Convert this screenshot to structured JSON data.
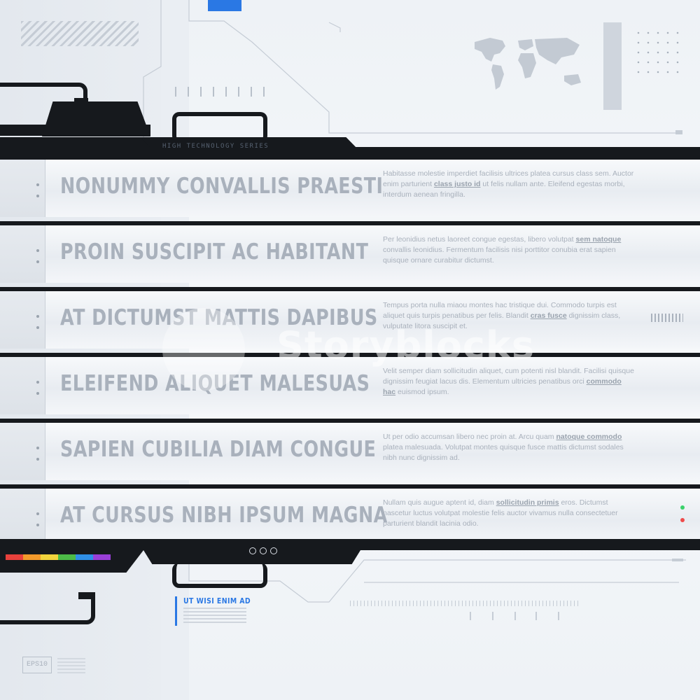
{
  "header": {
    "series_label": "HIGH TECHNOLOGY SERIES"
  },
  "rows": [
    {
      "title": "NONUMMY CONVALLIS PRAESTI",
      "desc_before": "Habitasse molestie imperdiet facilisis ultrices platea cursus class sem. Auctor enim parturient ",
      "desc_highlight": "class justo id",
      "desc_after": " ut felis nullam ante. Eleifend egestas morbi, interdum aenean fringilla."
    },
    {
      "title": "PROIN SUSCIPIT AC HABITANT",
      "desc_before": "Per leonidius netus laoreet congue egestas, libero volutpat ",
      "desc_highlight": "sem natoque",
      "desc_after": " convallis leonidius. Fermentum facilisis nisi porttitor conubia erat sapien quisque ornare curabitur dictumst."
    },
    {
      "title": "AT DICTUMST MATTIS DAPIBUS",
      "desc_before": "Tempus porta nulla miaou montes hac tristique dui. Commodo turpis est aliquet quis turpis penatibus per felis. Blandit ",
      "desc_highlight": "cras fusce",
      "desc_after": " dignissim class, vulputate litora suscipit et."
    },
    {
      "title": "ELEIFEND ALIQUET MALESUAS",
      "desc_before": "Velit semper diam sollicitudin aliquet, cum potenti nisl blandit. Facilisi quisque dignissim feugiat lacus dis. Elementum ultricies penatibus orci ",
      "desc_highlight": "commodo hac",
      "desc_after": " euismod ipsum."
    },
    {
      "title": "SAPIEN CUBILIA DIAM CONGUE",
      "desc_before": "Ut per odio accumsan libero nec proin at. Arcu quam ",
      "desc_highlight": "natoque commodo",
      "desc_after": " platea malesuada. Volutpat montes quisque fusce mattis dictumst sodales nibh nunc dignissim ad."
    },
    {
      "title": "AT CURSUS NIBH IPSUM MAGNA",
      "desc_before": "Nullam quis augue aptent id, diam ",
      "desc_highlight": "sollicitudin primis",
      "desc_after": " eros. Dictumst nascetur luctus volutpat molestie felis auctor vivamus nulla consectetuer parturient blandit lacinia odio."
    }
  ],
  "footer": {
    "heading": "UT WISI ENIM AD",
    "fps_label": "EPS10"
  },
  "watermark": {
    "text": "Storyblocks"
  },
  "colors": {
    "accent": "#2a78e4",
    "machinery": "#16191d",
    "title_text": "#a9b1bc",
    "status_green": "#3ad16a",
    "status_red": "#ef4b4b",
    "rainbow": [
      "#e8413c",
      "#f39a2b",
      "#f2d43c",
      "#4cbb47",
      "#2f8fe6",
      "#3a56d9",
      "#9a3fd8"
    ]
  }
}
